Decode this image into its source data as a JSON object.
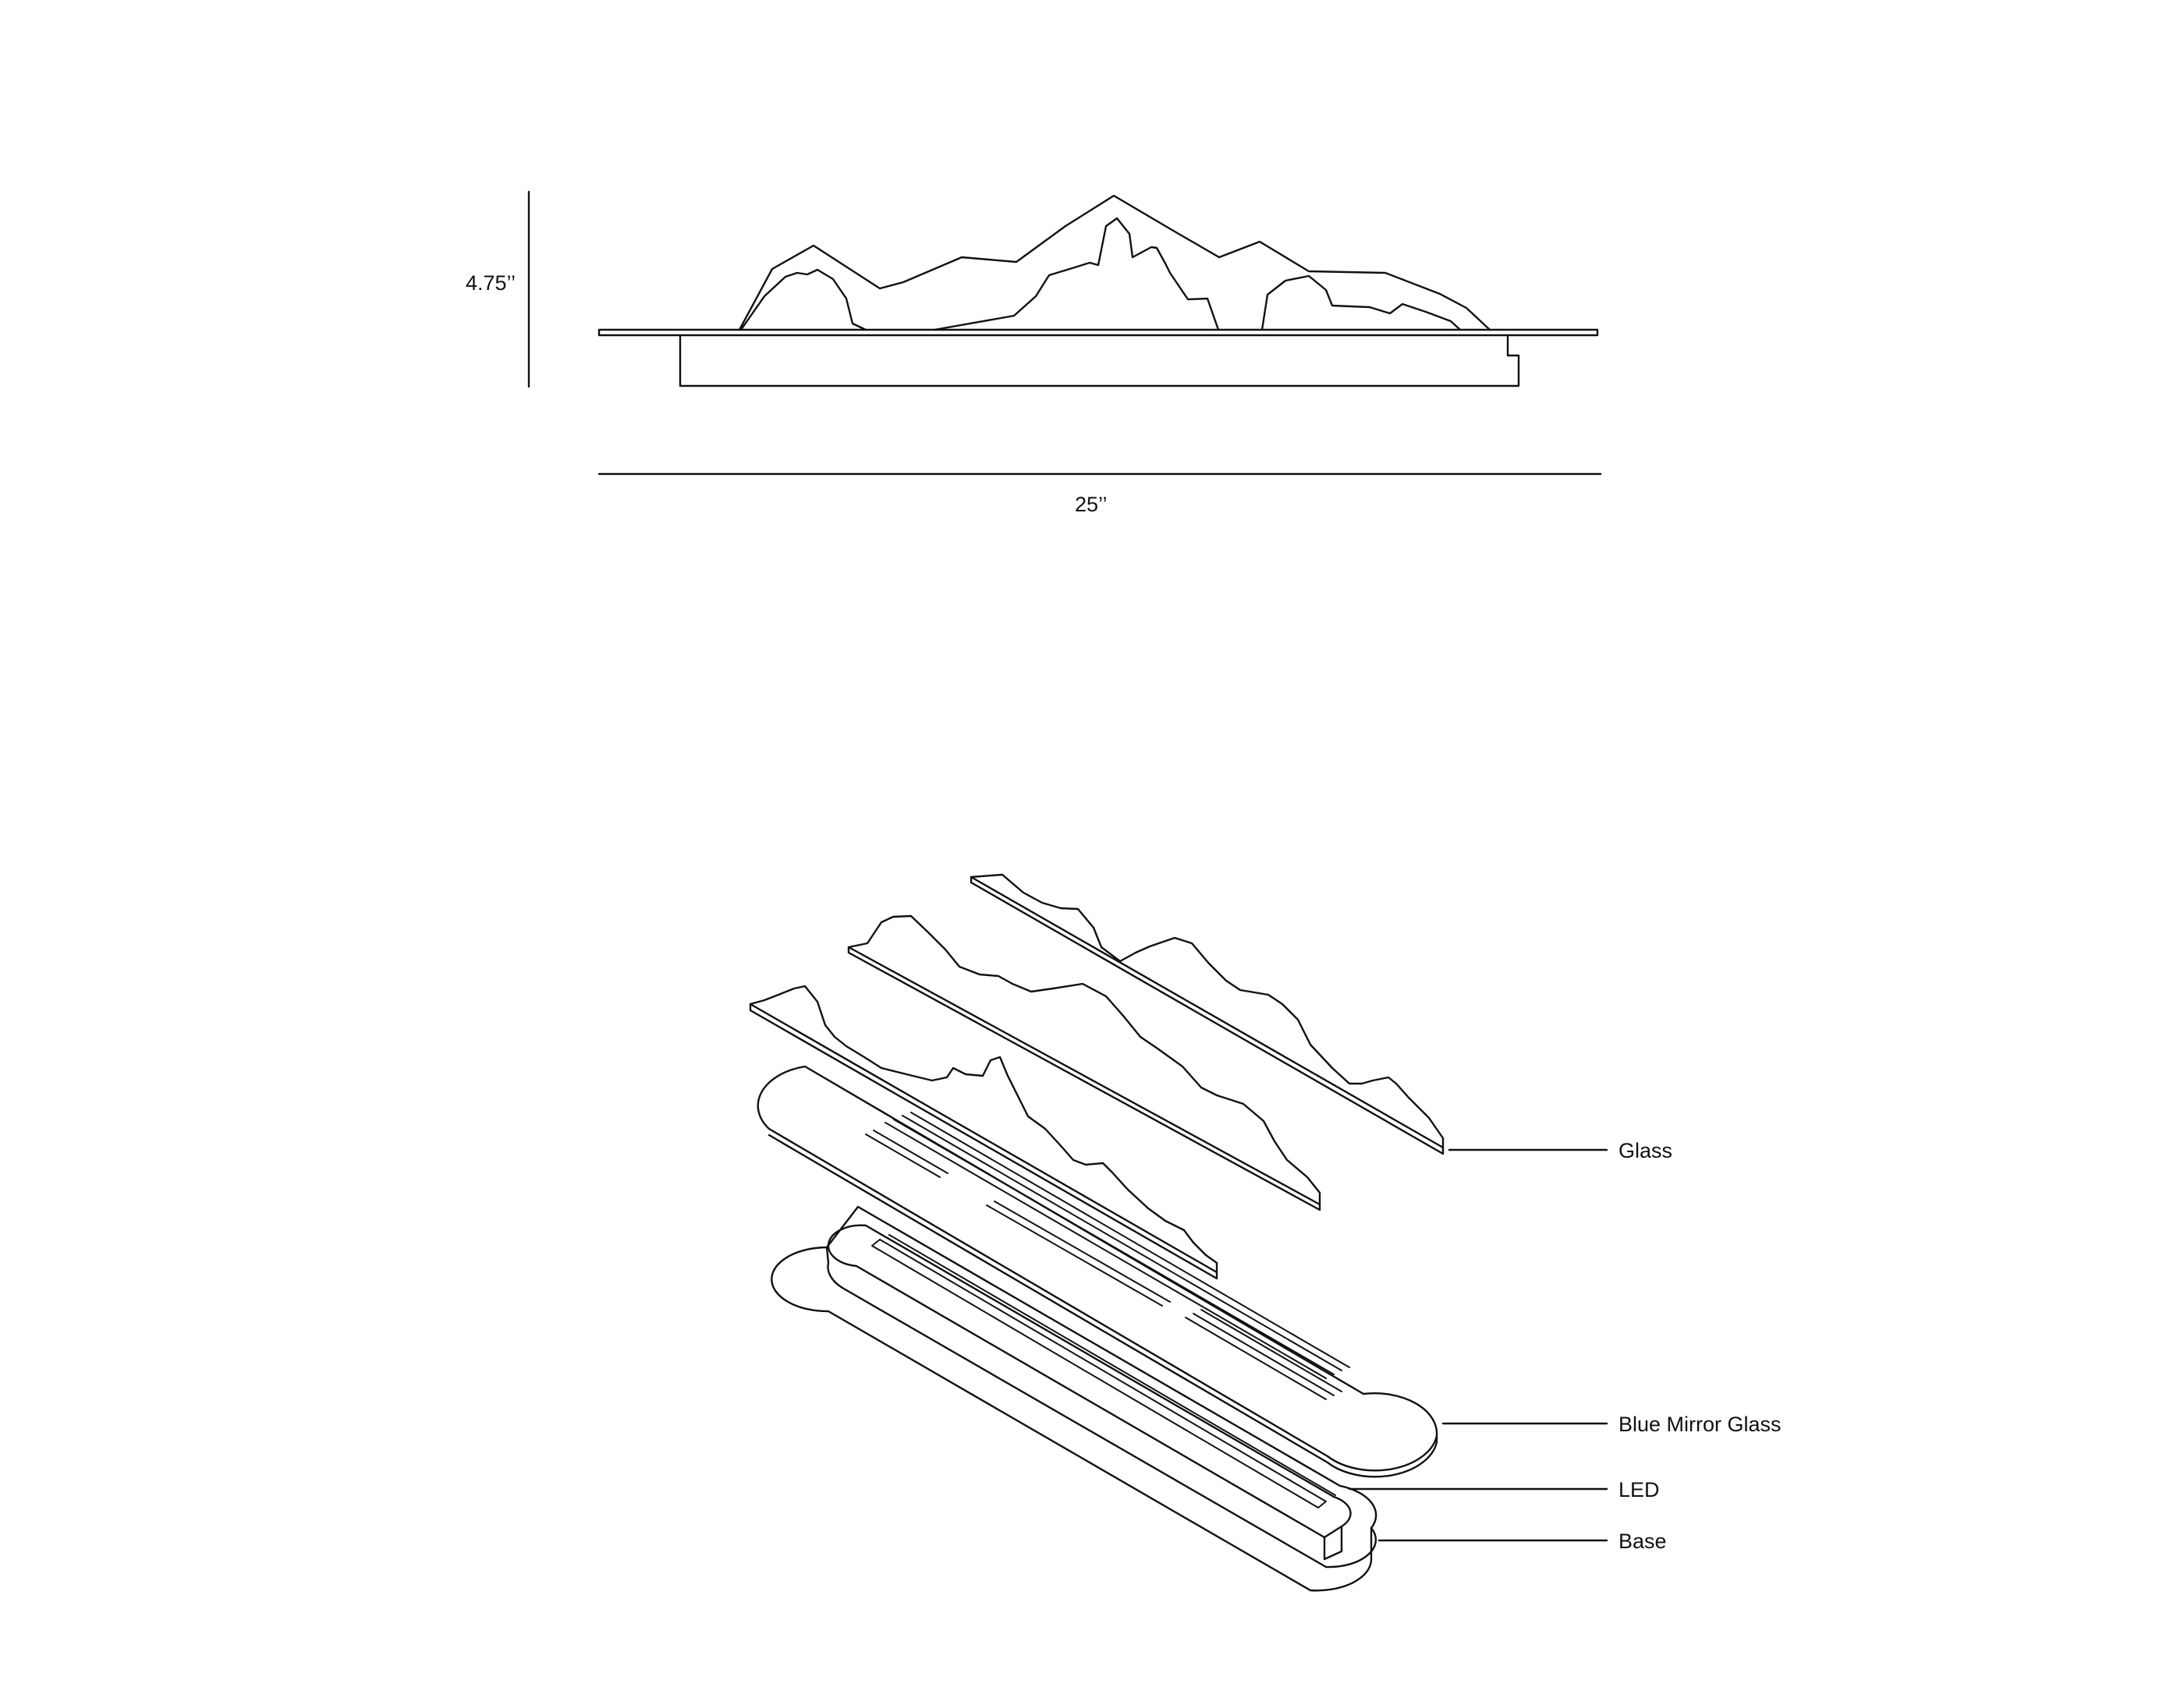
{
  "dimensions": {
    "height": "4.75’’",
    "width": "25’’"
  },
  "callouts": {
    "glass": "Glass",
    "blue_mirror_glass": "Blue Mirror Glass",
    "led": "LED",
    "base": "Base"
  },
  "colors": {
    "line": "#111111",
    "background": "#ffffff"
  }
}
